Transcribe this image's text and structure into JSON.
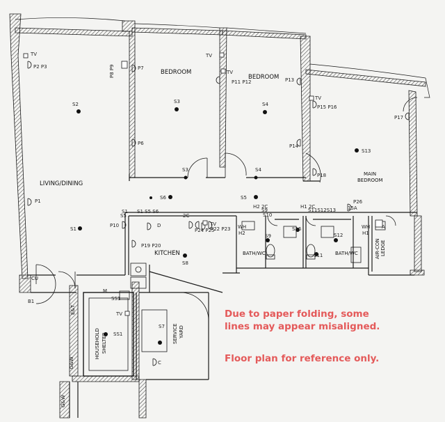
{
  "rooms": {
    "bedroom_left": "BEDROOM",
    "bedroom_mid": "BEDROOM",
    "main_bedroom_1": "MAIN",
    "main_bedroom_2": "BEDROOM",
    "living_dining": "LIVING/DINING",
    "kitchen": "KITCHEN",
    "bath_wc_1": "BATH/WC",
    "bath_wc_2": "BATH/WC",
    "household_shelter_1": "HOUSEHOLD",
    "household_shelter_2": "SHELTER",
    "service_yard_1": "SERVICE",
    "service_yard_2": "YARD",
    "aircon_ledge_1": "AIR-CON",
    "aircon_ledge_2": "LEDGE",
    "e_t": "E&T",
    "g_w_1": "G&W",
    "g_w_2": "G&W",
    "cu": "CU"
  },
  "points": {
    "S1": "S1",
    "S2": "S2",
    "S3": "S3",
    "S3b": "S3",
    "S4": "S4",
    "S4b": "S4",
    "S5": "S5",
    "S5b": "S5",
    "S6": "S6",
    "S7": "S7",
    "S8": "S8",
    "S9": "S9",
    "S9b": "S9",
    "S10": "S10",
    "S11": "S11",
    "S12": "S12",
    "S13": "S13",
    "S16": "S16",
    "SS1": "SS1",
    "SS1b": "SS1",
    "S11S12S13": "S11S12S13",
    "P1": "P1",
    "P2P3": "P2 P3",
    "P6": "P6",
    "P7": "P7",
    "P8P9": "P8 P9",
    "P10": "P10",
    "P11P12": "P11 P12",
    "P13": "P13",
    "P14": "P14",
    "P15P16": "P15 P16",
    "P17": "P17",
    "P18": "P18",
    "P19P20": "P19 P20",
    "P22P23": "P22 P23",
    "P24P25": "P24 P25",
    "P26": "P26",
    "TV1": "TV",
    "TV2": "TV",
    "TV3": "TV",
    "TV4": "TV",
    "TV5": "TV",
    "TV6": "TV",
    "H1": "H1",
    "H2": "H2",
    "WH1": "WH",
    "WH2": "WH",
    "B1": "B1",
    "M": "M",
    "D": "D",
    "C": "C",
    "A": "A",
    "H2_2C": "H2 2C",
    "H1_2C": "H1 2C",
    "S1S5S6": "S1  S5  S6",
    "2C": "2C",
    "15A": "15A"
  },
  "notes": {
    "line1": "Due to paper folding, some",
    "line2": "lines may appear misaligned.",
    "line3": "Floor plan for reference only."
  },
  "colors": {
    "ink": "#1a1a1a",
    "note": "#e45a5a",
    "paper": "#f4f4f2"
  }
}
